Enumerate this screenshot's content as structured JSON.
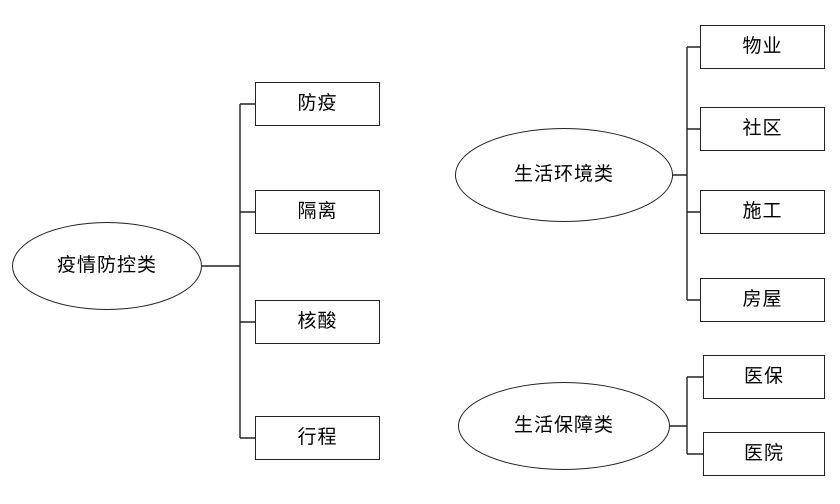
{
  "diagram": {
    "title": "",
    "colors": {
      "line": "#222222",
      "node_border": "#222222",
      "background": "#ffffff",
      "text": "#000000"
    },
    "groups": [
      {
        "label": "疫情防控类",
        "children": [
          {
            "label": "防疫"
          },
          {
            "label": "隔离"
          },
          {
            "label": "核酸"
          },
          {
            "label": "行程"
          }
        ]
      },
      {
        "label": "生活环境类",
        "children": [
          {
            "label": "物业"
          },
          {
            "label": "社区"
          },
          {
            "label": "施工"
          },
          {
            "label": "房屋"
          }
        ]
      },
      {
        "label": "生活保障类",
        "children": [
          {
            "label": "医保"
          },
          {
            "label": "医院"
          }
        ]
      }
    ]
  }
}
